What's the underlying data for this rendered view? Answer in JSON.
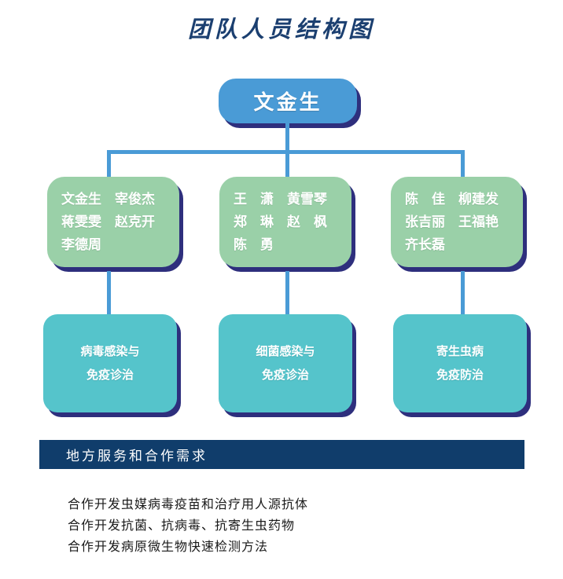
{
  "title": "团队人员结构图",
  "root": {
    "label": "文金生"
  },
  "teams": [
    {
      "id": "team-virus",
      "rows": [
        "文金生　宰俊杰",
        "蒋雯雯　赵克开",
        "李德周"
      ]
    },
    {
      "id": "team-bacteria",
      "rows": [
        "王　潇　黄雪琴",
        "郑　琳　赵　枫",
        "陈　勇"
      ]
    },
    {
      "id": "team-parasite",
      "rows": [
        "陈　佳　柳建发",
        "张吉丽　王福艳",
        "齐长磊"
      ]
    }
  ],
  "topics": [
    {
      "id": "topic-virus",
      "rows": [
        "病毒感染与",
        "免疫诊治"
      ]
    },
    {
      "id": "topic-bacteria",
      "rows": [
        "细菌感染与",
        "免疫诊治"
      ]
    },
    {
      "id": "topic-parasite",
      "rows": [
        "寄生虫病",
        "免疫防治"
      ]
    }
  ],
  "banner": {
    "label": "地方服务和合作需求"
  },
  "needs": [
    "合作开发虫媒病毒疫苗和治疗用人源抗体",
    "合作开发抗菌、抗病毒、抗寄生虫药物",
    "合作开发病原微生物快速检测方法"
  ],
  "colors": {
    "title": "#1b3f70",
    "root_box": "#4a9bd6",
    "team_box": "#9ad0a8",
    "topic_box": "#55c4cb",
    "connector": "#4a9bd6",
    "banner": "#103d6b",
    "shadow": "#2e2f7d"
  }
}
